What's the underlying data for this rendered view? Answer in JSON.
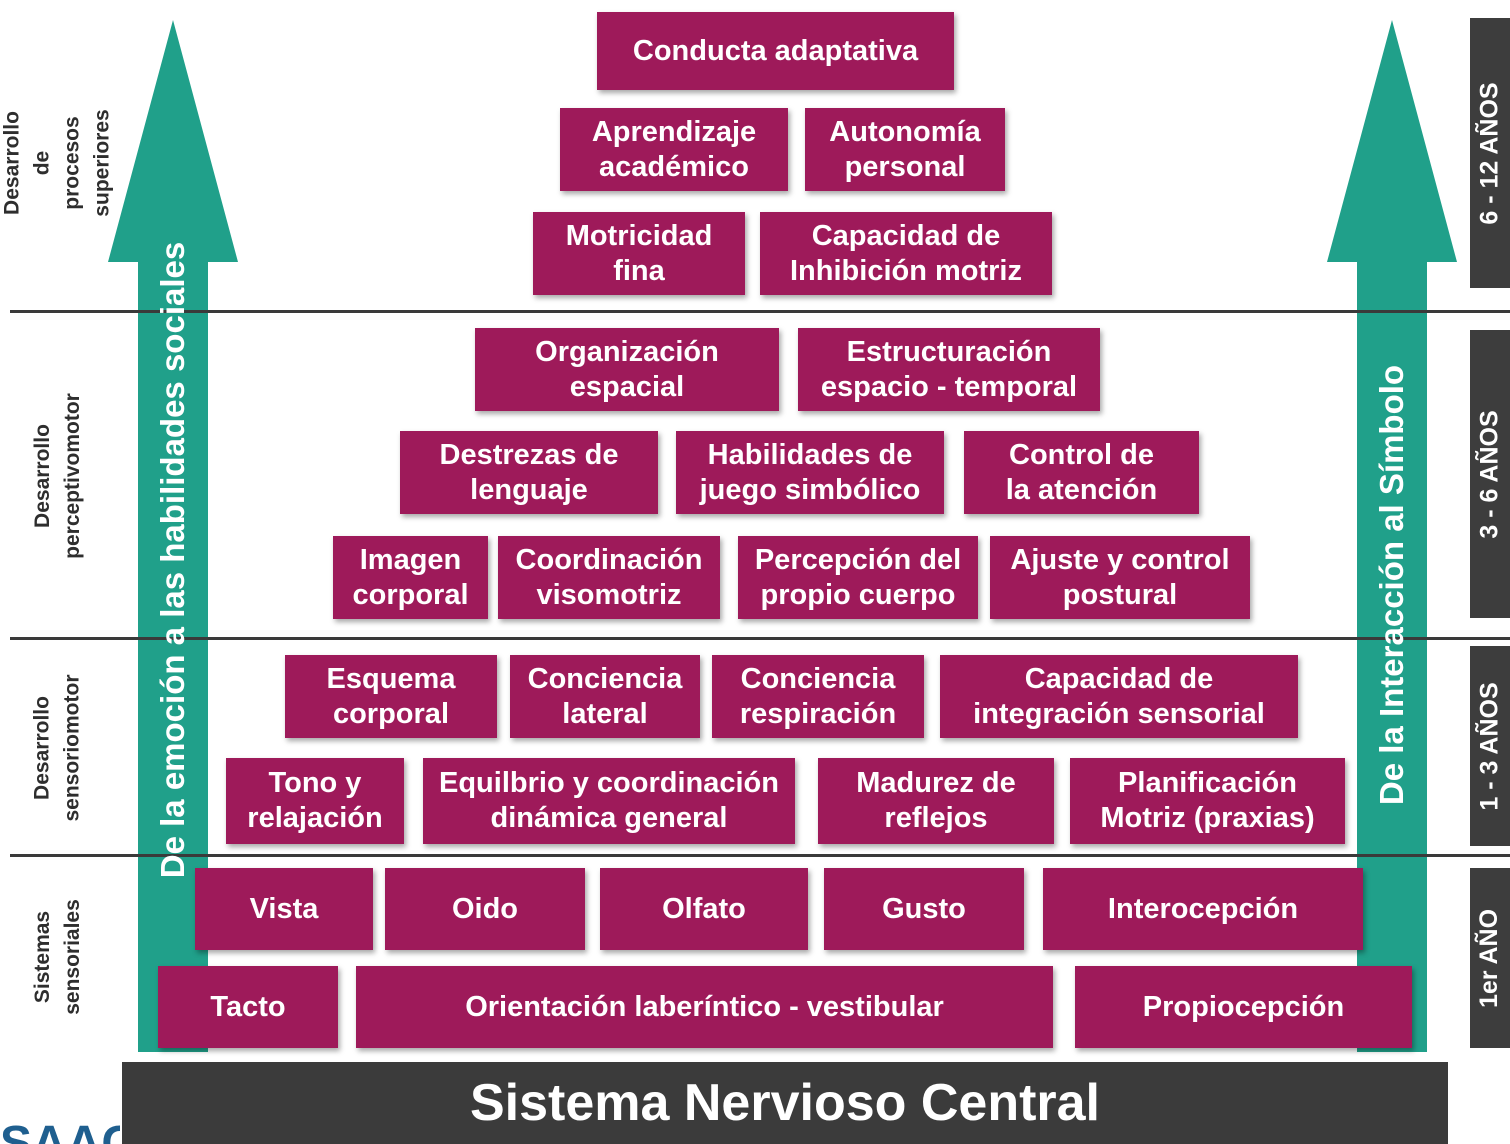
{
  "stages": {
    "superiores": "Desarrollo de\nprocesos superiores",
    "perceptivomotor": "Desarrollo\nperceptivomotor",
    "sensoriomotor": "Desarrollo\nsensoriomotor",
    "sensoriales": "Sistemas\nsensoriales"
  },
  "ages": {
    "age_6_12": "6 - 12 AÑOS",
    "age_3_6": "3 - 6 AÑOS",
    "age_1_3": "1 - 3 AÑOS",
    "age_1": "1er AÑO"
  },
  "arrows": {
    "left": "De la emoción a las habilidades sociales",
    "right": "De la Interacción al Símbolo",
    "color": "#20a08a"
  },
  "boxes": {
    "conducta_adaptativa": "Conducta adaptativa",
    "aprendizaje_academico": "Aprendizaje\nacadémico",
    "autonomia_personal": "Autonomía\npersonal",
    "motricidad_fina": "Motricidad\nfina",
    "capacidad_inhibicion": "Capacidad de\nInhibición motriz",
    "organizacion_espacial": "Organización\nespacial",
    "estructuracion": "Estructuración\nespacio - temporal",
    "destrezas_lenguaje": "Destrezas de\nlenguaje",
    "juego_simbolico": "Habilidades de\njuego simbólico",
    "control_atencion": "Control de\nla atención",
    "imagen_corporal": "Imagen\ncorporal",
    "coordinacion_visomotriz": "Coordinación\nvisomotriz",
    "percepcion_cuerpo": "Percepción del\npropio cuerpo",
    "ajuste_postural": "Ajuste y control\npostural",
    "esquema_corporal": "Esquema\ncorporal",
    "conciencia_lateral": "Conciencia\nlateral",
    "conciencia_respiracion": "Conciencia\nrespiración",
    "integracion_sensorial": "Capacidad de\nintegración sensorial",
    "tono_relajacion": "Tono y\nrelajación",
    "equilibrio": "Equilbrio y coordinación\ndinámica general",
    "madurez_reflejos": "Madurez de\nreflejos",
    "planificacion": "Planificación\nMotriz (praxias)",
    "vista": "Vista",
    "oido": "Oido",
    "olfato": "Olfato",
    "gusto": "Gusto",
    "interocepcion": "Interocepción",
    "tacto": "Tacto",
    "orientacion": "Orientación laberíntico - vestibular",
    "propiocepcion": "Propiocepción"
  },
  "base": "Sistema Nervioso Central",
  "logo": "SAAC",
  "colors": {
    "box": "#9e1a5a",
    "arrow": "#20a08a",
    "dark": "#3b3b3b"
  }
}
